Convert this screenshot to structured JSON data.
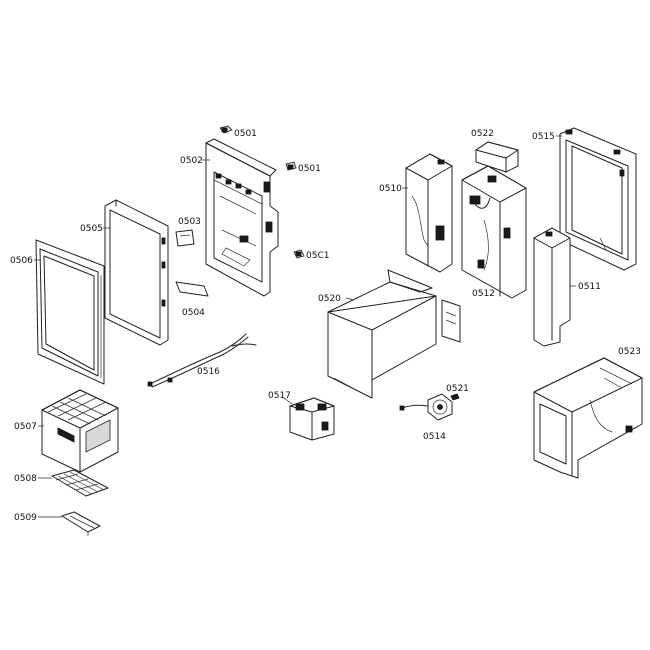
{
  "parts": {
    "p0501a": "0501",
    "p0501b": "0501",
    "p0502": "0502",
    "p0503": "0503",
    "p0504": "0504",
    "p0505": "0505",
    "p0506": "0506",
    "p0507": "0507",
    "p0508": "0508",
    "p0509": "0509",
    "p0510": "0510",
    "p0511": "0511",
    "p0512": "0512",
    "p0514": "0514",
    "p0515": "0515",
    "p0516": "0516",
    "p0517": "0517",
    "p0520": "0520",
    "p0521": "0521",
    "p0522": "0522",
    "p0523": "0523",
    "p05C1": "05C1"
  }
}
